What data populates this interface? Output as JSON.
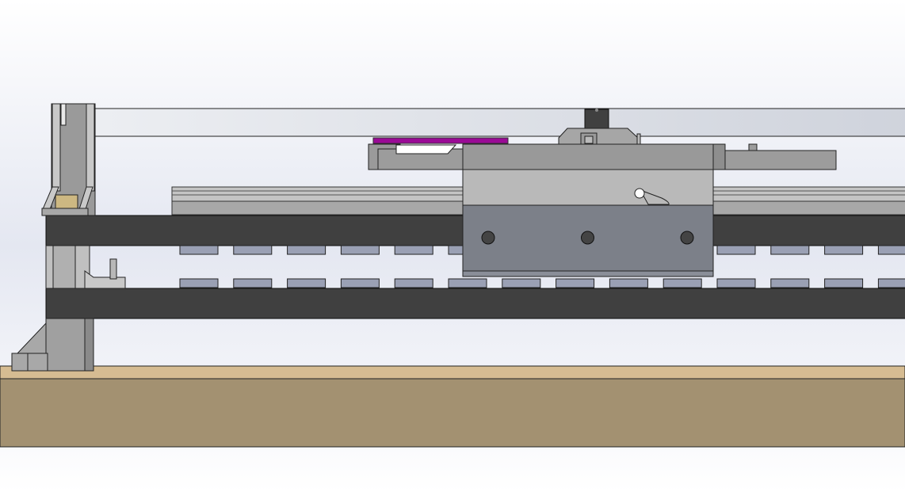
{
  "viewport": {
    "view": "side",
    "colors": {
      "background_top": "#ffffff",
      "background_mid": "#e4e7f1",
      "background_bottom": "#ffffff",
      "table_top": "#d6bc92",
      "table_front": "#a39171",
      "frame_beam": "#404040",
      "steel_light": "#bdbdbd",
      "steel_mid": "#9a9a9a",
      "carriage_plate": "#7c8089",
      "accent_strip": "#9a0a96",
      "bushing": "#cdb882",
      "pad": "#9aa0b4",
      "rod": "#dde0e6"
    }
  },
  "parts": {
    "top_pad_count": 10,
    "bottom_pad_count": 14,
    "carriage_bolt_count": 3
  }
}
